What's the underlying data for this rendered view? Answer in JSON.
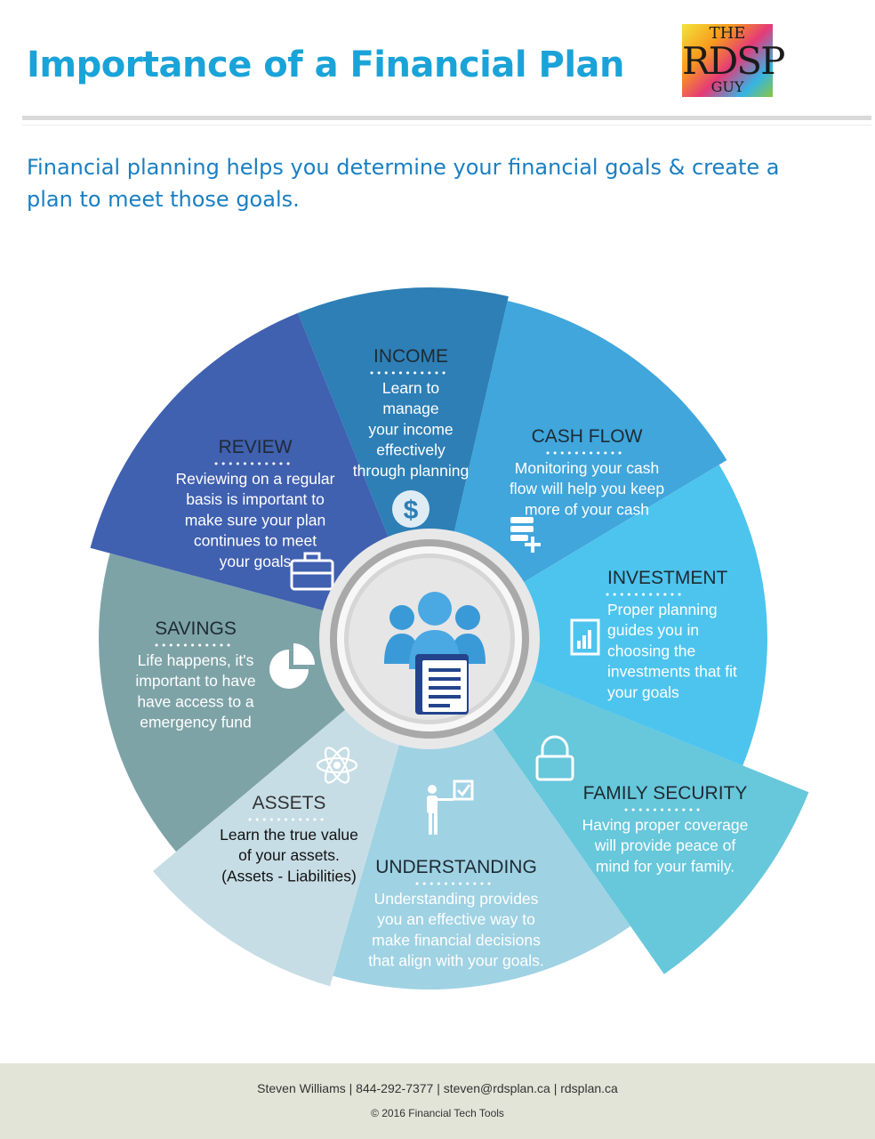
{
  "header": {
    "title": "Importance of a Financial Plan",
    "logo": {
      "line1": "THE",
      "line2": "RDSP",
      "line3": "GUY"
    }
  },
  "subtitle": "Financial planning helps you determine your financial goals & create a plan to meet those goals.",
  "wheel": {
    "segments": [
      {
        "id": "income",
        "title": "INCOME",
        "body": [
          "Learn to",
          "manage",
          "your income",
          "effectively",
          "through planning"
        ],
        "color": "#2d7fb6",
        "icon": "dollar-icon"
      },
      {
        "id": "cash-flow",
        "title": "CASH FLOW",
        "body": [
          "Monitoring your cash",
          "flow will help you keep",
          "more of your cash"
        ],
        "color": "#40a6dc",
        "icon": "cash-register-icon"
      },
      {
        "id": "investment",
        "title": "INVESTMENT",
        "body": [
          "Proper planning",
          "guides you in",
          "choosing the",
          "investments that fit",
          "your goals"
        ],
        "color": "#4dc4ee",
        "icon": "bar-chart-icon"
      },
      {
        "id": "family-security",
        "title": "FAMILY SECURITY",
        "body": [
          "Having proper coverage",
          "will provide peace of",
          "mind for your family."
        ],
        "color": "#67c7db",
        "icon": "lock-icon"
      },
      {
        "id": "understanding",
        "title": "UNDERSTANDING",
        "body": [
          "Understanding provides",
          "you an effective way to",
          "make financial decisions",
          "that align with your goals."
        ],
        "color": "#9fd2e3",
        "icon": "presenter-icon"
      },
      {
        "id": "assets",
        "title": "ASSETS",
        "body": [
          "Learn the true value",
          "of your assets.",
          "(Assets - Liabilities)"
        ],
        "color": "#c7dde5",
        "icon": "atom-icon"
      },
      {
        "id": "savings",
        "title": "SAVINGS",
        "body": [
          "Life happens, it's",
          "important to have",
          "have access to a",
          "emergency fund"
        ],
        "color": "#7ea3a7",
        "icon": "pie-chart-icon"
      },
      {
        "id": "review",
        "title": "REVIEW",
        "body": [
          "Reviewing on a regular",
          "basis is important to",
          "make sure your plan",
          "continues to meet",
          "your goals"
        ],
        "color": "#4060b0",
        "icon": "briefcase-icon"
      }
    ],
    "center_icon": "team-document-icon"
  },
  "footer": {
    "contact": "Steven Williams | 844-292-7377 | steven@rdsplan.ca | rdsplan.ca",
    "copyright": "© 2016 Financial Tech Tools"
  }
}
